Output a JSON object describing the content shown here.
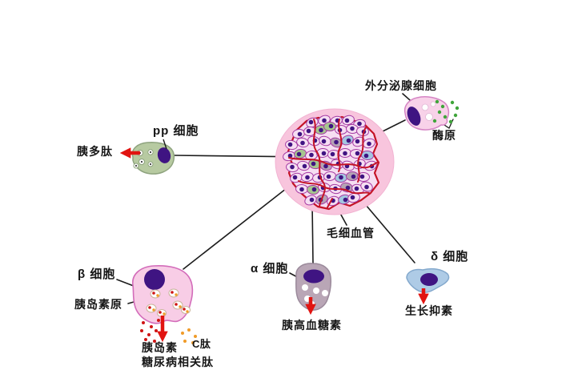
{
  "labels": {
    "pp_cell": "pp 细胞",
    "pancreatic_polypeptide": "胰多肽",
    "exocrine_cell": "外分泌腺细胞",
    "zymogen": "酶原",
    "capillary": "毛细血管",
    "beta_cell": "β 细胞",
    "proinsulin": "胰岛素原",
    "insulin": "胰岛素",
    "c_peptide": "C肽",
    "diabetes_related_peptide": "糖尿病相关肽",
    "alpha_cell": "α 细胞",
    "glucagon": "胰高血糖素",
    "delta_cell": "δ 细胞",
    "somatostatin": "生长抑素"
  },
  "colors": {
    "background": "#ffffff",
    "islet_ring": "#f8c5dd",
    "islet_cell_fill": "#f6def2",
    "islet_cell_outline": "#a53aa3",
    "green_cell": "#a6c68e",
    "gray_cell": "#b5a3b3",
    "blue_cell": "#a3c7e1",
    "nucleus": "#3f1482",
    "capillary_red": "#c41326",
    "arrow_red": "#e11411",
    "pp_cell_fill": "#b7caa1",
    "exocrine_cell_fill": "#f8d2e9",
    "beta_cell_fill": "#f8cde6",
    "alpha_cell_fill": "#b9a6b6",
    "delta_cell_fill": "#aecbe6",
    "zymogen_dot": "#3fa53a",
    "insulin_dot": "#cf1414",
    "c_peptide_dot": "#f09b28",
    "label_text": "#161616"
  }
}
